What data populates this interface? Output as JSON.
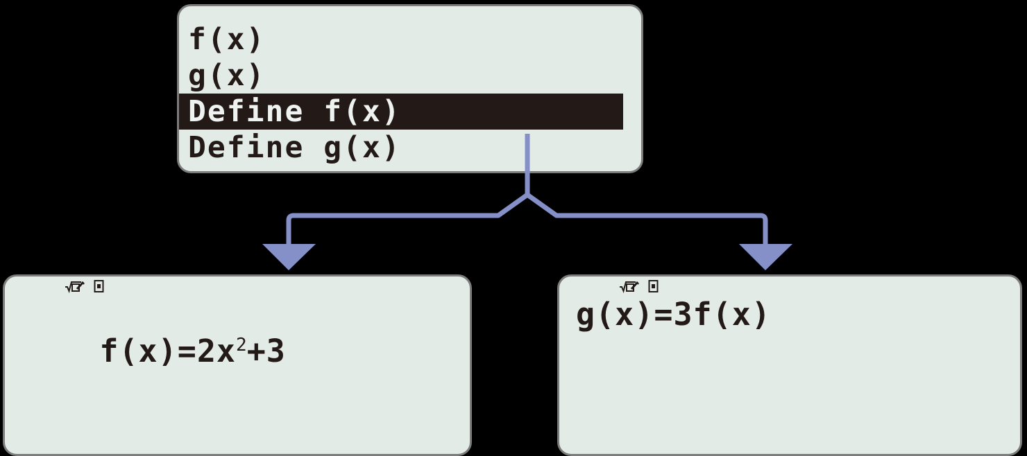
{
  "app": {
    "background_color": "#000000",
    "screen_bg_color": "#e3ebe7",
    "screen_border_color": "#7c7c7c",
    "ink_color": "#231a17",
    "highlight_bg_color": "#231a17",
    "highlight_text_color": "#eef2f0",
    "connector_color": "#8690c8"
  },
  "menu": {
    "items": [
      {
        "label": "f(x)",
        "selected": false
      },
      {
        "label": "g(x)",
        "selected": false
      },
      {
        "label": "Define f(x)",
        "selected": true
      },
      {
        "label": "Define g(x)",
        "selected": false
      }
    ]
  },
  "left_panel": {
    "status_icons": [
      "radical-box-pencil-icon",
      "boxed-square-icon"
    ],
    "expression_prefix": "f(x)=2x",
    "expression_exponent": "2",
    "expression_suffix": "+3",
    "expression_full": "f(x)=2x^2+3"
  },
  "right_panel": {
    "status_icons": [
      "radical-box-pencil-icon",
      "boxed-square-icon"
    ],
    "expression_full": "g(x)=3f(x)"
  },
  "connectors": {
    "from": "Define f(x)",
    "to": [
      "f(x)=2x^2+3",
      "g(x)=3f(x)"
    ],
    "arrow_count": 2
  }
}
